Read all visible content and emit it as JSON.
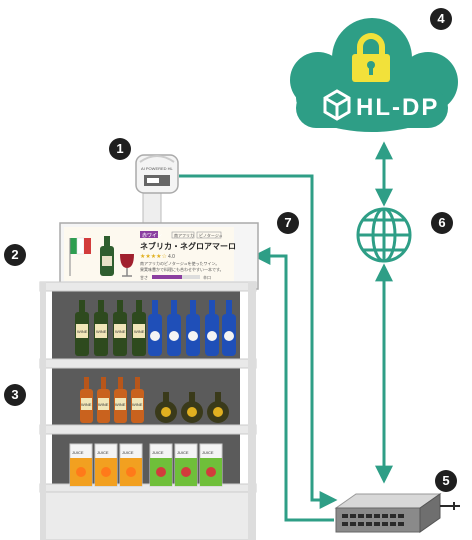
{
  "callouts": [
    {
      "id": "1",
      "label": "1"
    },
    {
      "id": "2",
      "label": "2"
    },
    {
      "id": "3",
      "label": "3"
    },
    {
      "id": "4",
      "label": "4"
    },
    {
      "id": "5",
      "label": "5"
    },
    {
      "id": "6",
      "label": "6"
    },
    {
      "id": "7",
      "label": "7"
    }
  ],
  "cloud": {
    "brand": "HL-DP",
    "icon": "lock-icon",
    "brand_icon": "cube-logo-icon",
    "color": "#2e9e86"
  },
  "network": {
    "icon": "globe-icon",
    "color": "#2e9e86"
  },
  "camera": {
    "label": "AI POWERED HL"
  },
  "signage": {
    "tag": "赤ワイン",
    "small_tags": [
      "南アフリカ",
      "ピノタージュ"
    ],
    "title": "ネブリカ・ネグロアマーロ",
    "rating_text": "4.0",
    "desc_line1": "南アフリカのピノタージュを使ったワイン。",
    "desc_line2": "果実味豊かで料理にも合わせやすい一本です。",
    "bar_left": "甘さ",
    "bar_right": "辛口"
  },
  "products": {
    "wine_label": "WINE",
    "juice_label": "JUICE"
  },
  "colors": {
    "accent": "#2e9e86",
    "dark": "#1f1f1f",
    "shelf": "#e9e9e9",
    "shelf_back": "#5b5b5b"
  }
}
